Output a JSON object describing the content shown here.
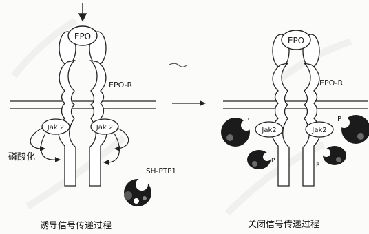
{
  "left_panel": {
    "ligand_label": "EPO",
    "receptor_label": "EPO-R",
    "jak_left_label": "Jak 2",
    "jak_right_label": "Jak 2",
    "phosphorylation_label": "磷酸化",
    "phosphatase_label": "SH-PTP1",
    "caption": "诱导信号传递过程"
  },
  "right_panel": {
    "ligand_label": "EPO",
    "receptor_label": "EPO-R",
    "jak_left_label": "Jak2",
    "jak_right_label": "Jak2",
    "phospho_labels": [
      "P",
      "P",
      "P",
      "P"
    ],
    "caption": "关闭信号传递过程"
  }
}
